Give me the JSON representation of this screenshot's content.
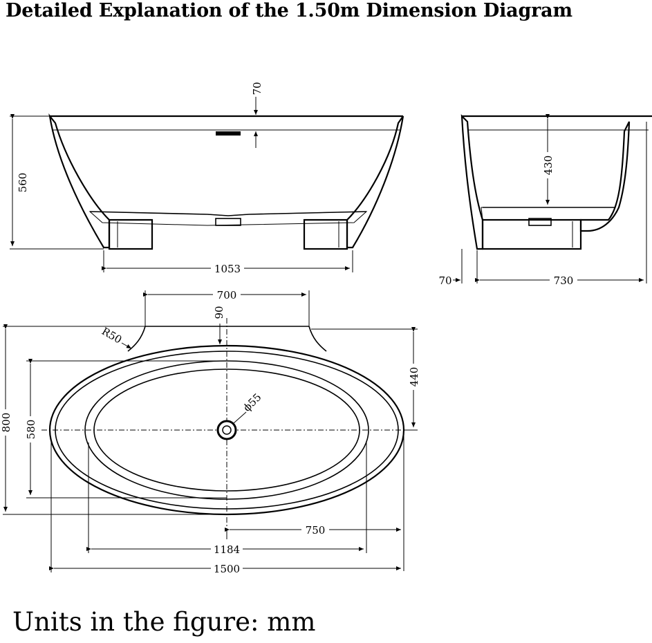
{
  "title": "Detailed Explanation of the 1.50m Dimension Diagram",
  "units_note": "Units in the figure: mm",
  "front_view": {
    "height_label": "560",
    "rim_label": "70",
    "base_width_label": "1053"
  },
  "side_view": {
    "inner_depth_label": "430",
    "offset_label": "70",
    "width_label": "730"
  },
  "top_view": {
    "neck_width_label": "700",
    "neck_depth_label": "90",
    "radius_label": "R50",
    "half_width_label": "440",
    "total_width_label": "800",
    "inner_width_label": "580",
    "drain_label": "ϕ55",
    "half_length_label": "750",
    "inner_length_label": "1184",
    "total_length_label": "1500"
  }
}
